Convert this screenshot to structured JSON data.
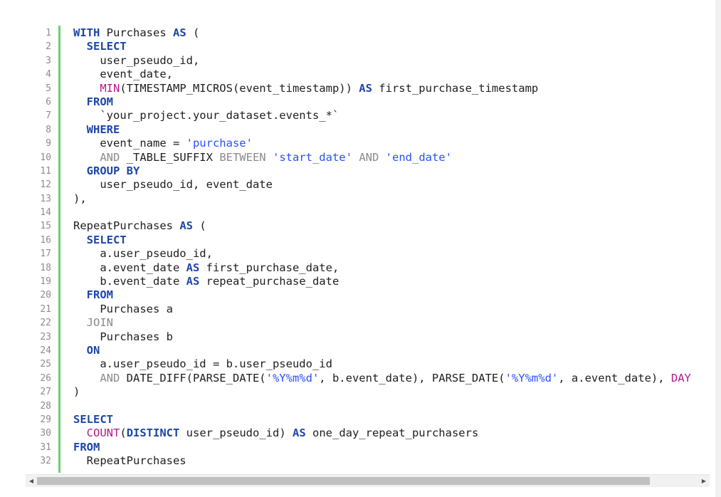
{
  "colors": {
    "keyword": "#1d46a8",
    "function": "#b5198b",
    "string": "#2a4fff",
    "operator": "#8a8a8a",
    "plain": "#1e1e1e"
  },
  "editor": {
    "lines": [
      {
        "n": "1",
        "tokens": [
          {
            "t": "WITH",
            "c": "keyword"
          },
          {
            "t": " Purchases ",
            "c": "plain"
          },
          {
            "t": "AS",
            "c": "keyword"
          },
          {
            "t": " (",
            "c": "plain"
          }
        ]
      },
      {
        "n": "2",
        "tokens": [
          {
            "t": "  ",
            "c": "plain"
          },
          {
            "t": "SELECT",
            "c": "keyword"
          }
        ]
      },
      {
        "n": "3",
        "tokens": [
          {
            "t": "    user_pseudo_id,",
            "c": "plain"
          }
        ]
      },
      {
        "n": "4",
        "tokens": [
          {
            "t": "    event_date,",
            "c": "plain"
          }
        ]
      },
      {
        "n": "5",
        "tokens": [
          {
            "t": "    ",
            "c": "plain"
          },
          {
            "t": "MIN",
            "c": "function"
          },
          {
            "t": "(TIMESTAMP_MICROS(event_timestamp)) ",
            "c": "plain"
          },
          {
            "t": "AS",
            "c": "keyword"
          },
          {
            "t": " first_purchase_timestamp",
            "c": "plain"
          }
        ]
      },
      {
        "n": "6",
        "tokens": [
          {
            "t": "  ",
            "c": "plain"
          },
          {
            "t": "FROM",
            "c": "keyword"
          }
        ]
      },
      {
        "n": "7",
        "tokens": [
          {
            "t": "    `your_project.your_dataset.events_*`",
            "c": "plain"
          }
        ]
      },
      {
        "n": "8",
        "tokens": [
          {
            "t": "  ",
            "c": "plain"
          },
          {
            "t": "WHERE",
            "c": "keyword"
          }
        ]
      },
      {
        "n": "9",
        "tokens": [
          {
            "t": "    event_name = ",
            "c": "plain"
          },
          {
            "t": "'purchase'",
            "c": "string"
          }
        ]
      },
      {
        "n": "10",
        "tokens": [
          {
            "t": "    ",
            "c": "plain"
          },
          {
            "t": "AND",
            "c": "operator"
          },
          {
            "t": " _TABLE_SUFFIX ",
            "c": "plain"
          },
          {
            "t": "BETWEEN",
            "c": "operator"
          },
          {
            "t": " ",
            "c": "plain"
          },
          {
            "t": "'start_date'",
            "c": "string"
          },
          {
            "t": " ",
            "c": "plain"
          },
          {
            "t": "AND",
            "c": "operator"
          },
          {
            "t": " ",
            "c": "plain"
          },
          {
            "t": "'end_date'",
            "c": "string"
          }
        ]
      },
      {
        "n": "11",
        "tokens": [
          {
            "t": "  ",
            "c": "plain"
          },
          {
            "t": "GROUP BY",
            "c": "keyword"
          }
        ]
      },
      {
        "n": "12",
        "tokens": [
          {
            "t": "    user_pseudo_id, event_date",
            "c": "plain"
          }
        ]
      },
      {
        "n": "13",
        "tokens": [
          {
            "t": "),",
            "c": "plain"
          }
        ]
      },
      {
        "n": "14",
        "tokens": []
      },
      {
        "n": "15",
        "tokens": [
          {
            "t": "RepeatPurchases ",
            "c": "plain"
          },
          {
            "t": "AS",
            "c": "keyword"
          },
          {
            "t": " (",
            "c": "plain"
          }
        ]
      },
      {
        "n": "16",
        "tokens": [
          {
            "t": "  ",
            "c": "plain"
          },
          {
            "t": "SELECT",
            "c": "keyword"
          }
        ]
      },
      {
        "n": "17",
        "tokens": [
          {
            "t": "    a.user_pseudo_id,",
            "c": "plain"
          }
        ]
      },
      {
        "n": "18",
        "tokens": [
          {
            "t": "    a.event_date ",
            "c": "plain"
          },
          {
            "t": "AS",
            "c": "keyword"
          },
          {
            "t": " first_purchase_date,",
            "c": "plain"
          }
        ]
      },
      {
        "n": "19",
        "tokens": [
          {
            "t": "    b.event_date ",
            "c": "plain"
          },
          {
            "t": "AS",
            "c": "keyword"
          },
          {
            "t": " repeat_purchase_date",
            "c": "plain"
          }
        ]
      },
      {
        "n": "20",
        "tokens": [
          {
            "t": "  ",
            "c": "plain"
          },
          {
            "t": "FROM",
            "c": "keyword"
          }
        ]
      },
      {
        "n": "21",
        "tokens": [
          {
            "t": "    Purchases a",
            "c": "plain"
          }
        ]
      },
      {
        "n": "22",
        "tokens": [
          {
            "t": "  ",
            "c": "plain"
          },
          {
            "t": "JOIN",
            "c": "operator"
          }
        ]
      },
      {
        "n": "23",
        "tokens": [
          {
            "t": "    Purchases b",
            "c": "plain"
          }
        ]
      },
      {
        "n": "24",
        "tokens": [
          {
            "t": "  ",
            "c": "plain"
          },
          {
            "t": "ON",
            "c": "keyword"
          }
        ]
      },
      {
        "n": "25",
        "tokens": [
          {
            "t": "    a.user_pseudo_id = b.user_pseudo_id",
            "c": "plain"
          }
        ]
      },
      {
        "n": "26",
        "tokens": [
          {
            "t": "    ",
            "c": "plain"
          },
          {
            "t": "AND",
            "c": "operator"
          },
          {
            "t": " DATE_DIFF(PARSE_DATE(",
            "c": "plain"
          },
          {
            "t": "'%Y%m%d'",
            "c": "string"
          },
          {
            "t": ", b.event_date), PARSE_DATE(",
            "c": "plain"
          },
          {
            "t": "'%Y%m%d'",
            "c": "string"
          },
          {
            "t": ", a.event_date), ",
            "c": "plain"
          },
          {
            "t": "DAY",
            "c": "function"
          }
        ]
      },
      {
        "n": "27",
        "tokens": [
          {
            "t": ")",
            "c": "plain"
          }
        ]
      },
      {
        "n": "28",
        "tokens": []
      },
      {
        "n": "29",
        "tokens": [
          {
            "t": "SELECT",
            "c": "keyword"
          }
        ]
      },
      {
        "n": "30",
        "tokens": [
          {
            "t": "  ",
            "c": "plain"
          },
          {
            "t": "COUNT",
            "c": "function"
          },
          {
            "t": "(",
            "c": "plain"
          },
          {
            "t": "DISTINCT",
            "c": "keyword"
          },
          {
            "t": " user_pseudo_id) ",
            "c": "plain"
          },
          {
            "t": "AS",
            "c": "keyword"
          },
          {
            "t": " one_day_repeat_purchasers",
            "c": "plain"
          }
        ]
      },
      {
        "n": "31",
        "tokens": [
          {
            "t": "FROM",
            "c": "keyword"
          }
        ]
      },
      {
        "n": "32",
        "tokens": [
          {
            "t": "  RepeatPurchases",
            "c": "plain"
          }
        ]
      }
    ]
  },
  "scrollbar": {
    "left_arrow_icon": "◀",
    "right_arrow_icon": "▶"
  }
}
